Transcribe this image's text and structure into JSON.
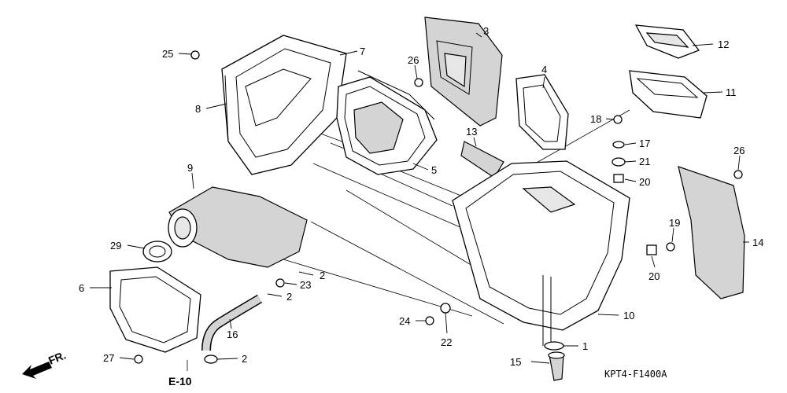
{
  "callouts": {
    "c1": "1",
    "c2a": "2",
    "c2b": "2",
    "c2c": "2",
    "c3": "3",
    "c4": "4",
    "c5": "5",
    "c6": "6",
    "c7": "7",
    "c8": "8",
    "c9": "9",
    "c10": "10",
    "c11": "11",
    "c12": "12",
    "c13": "13",
    "c14": "14",
    "c15": "15",
    "c16": "16",
    "c17": "17",
    "c18": "18",
    "c19": "19",
    "c20a": "20",
    "c20b": "20",
    "c21": "21",
    "c22": "22",
    "c23": "23",
    "c24": "24",
    "c25": "25",
    "c26a": "26",
    "c26b": "26",
    "c27": "27",
    "c29": "29"
  },
  "reference": "E-10",
  "direction": "FR.",
  "figure_code": "KPT4-F1400A"
}
